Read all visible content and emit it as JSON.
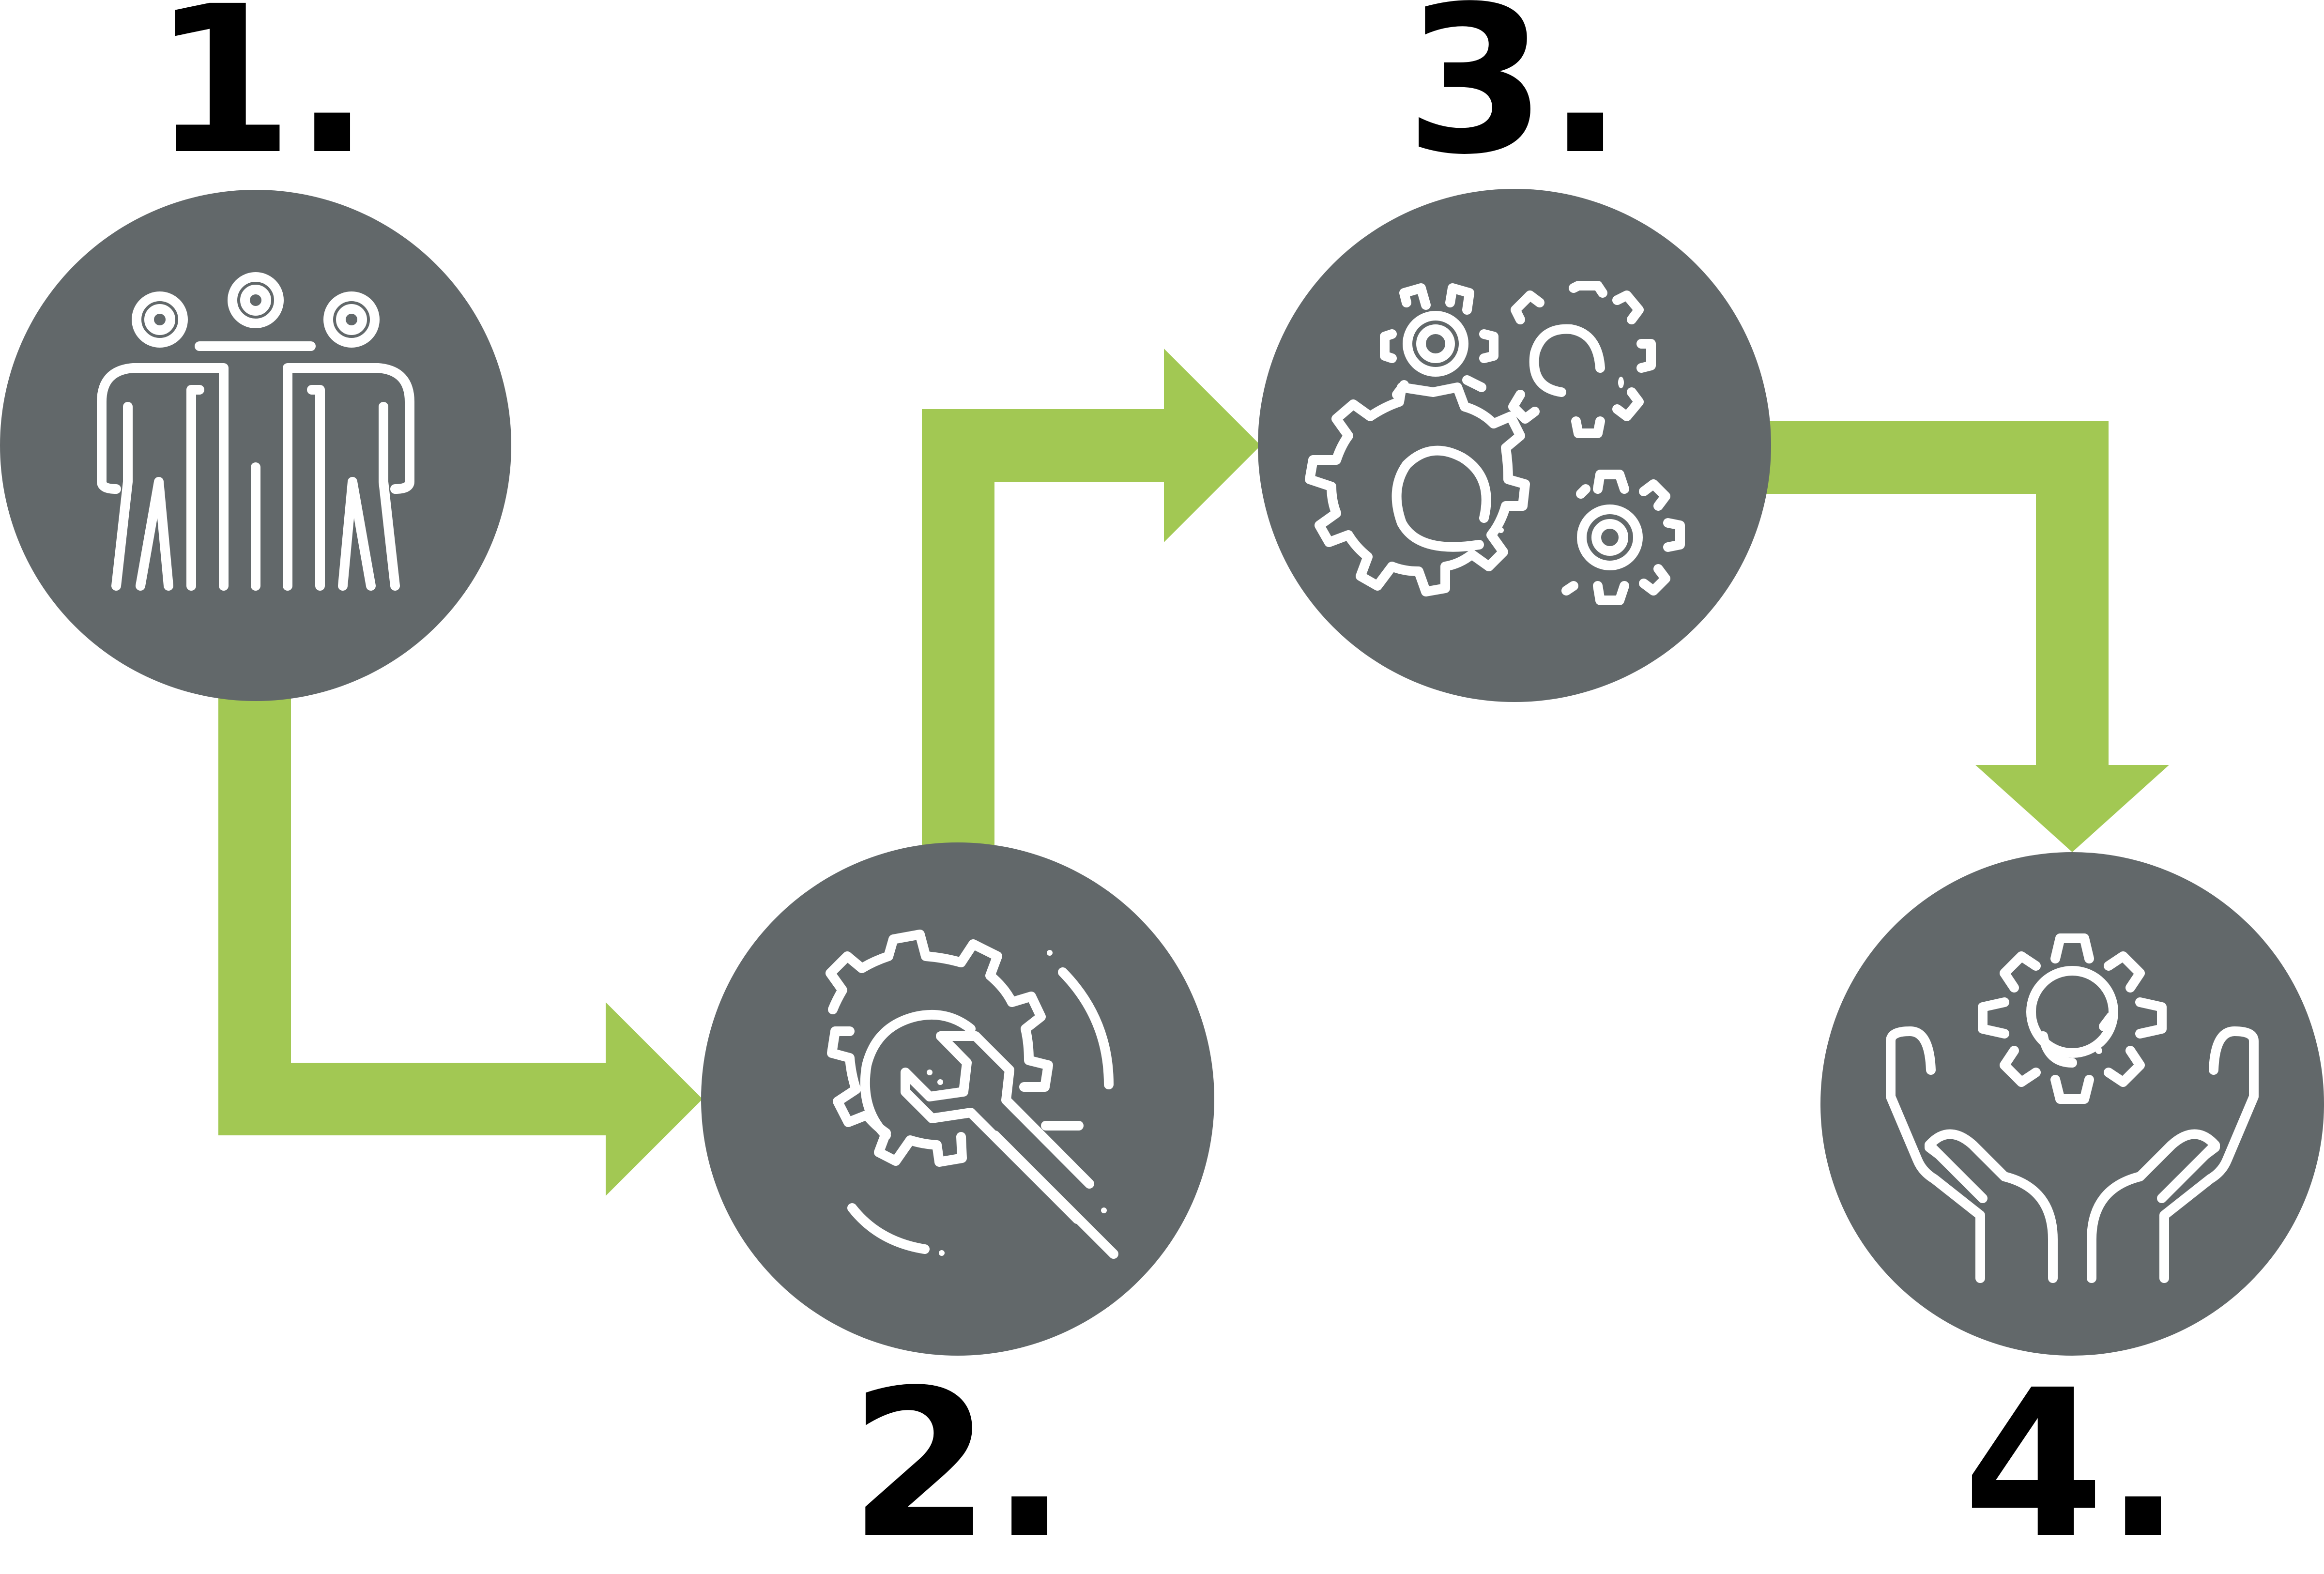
{
  "steps": [
    {
      "number": "1.",
      "icon": "people-group-icon"
    },
    {
      "number": "2.",
      "icon": "wrench-gear-icon"
    },
    {
      "number": "3.",
      "icon": "gears-icon"
    },
    {
      "number": "4.",
      "icon": "hands-gear-icon"
    }
  ],
  "colors": {
    "circle": "#62686A",
    "arrow": "#A2C853",
    "icon": "#FFFFFF",
    "text": "#000000"
  }
}
